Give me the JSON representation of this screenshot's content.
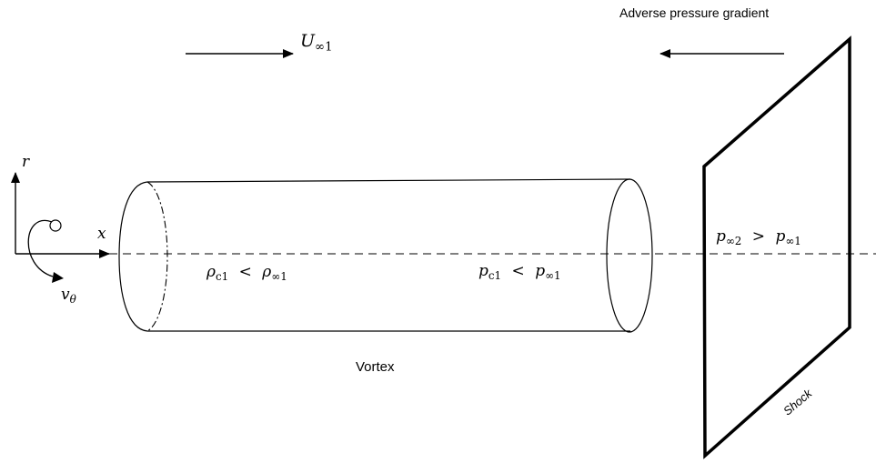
{
  "labels": {
    "adverse_pressure_gradient": "Adverse pressure gradient",
    "u_inf": {
      "base": "U",
      "sub": "∞1"
    },
    "axis_r": "r",
    "axis_x": "x",
    "v_theta": {
      "base": "v",
      "sub": "θ"
    },
    "core_density": {
      "lhs": "ρ",
      "lhs_sub": "c1",
      "op": "<",
      "rhs": "ρ",
      "rhs_sub": "∞1"
    },
    "core_pressure": {
      "lhs": "p",
      "lhs_sub": "c1",
      "op": "<",
      "rhs": "p",
      "rhs_sub": "∞1"
    },
    "post_shock_pressure": {
      "lhs": "p",
      "lhs_sub": "∞2",
      "op": ">",
      "rhs": "p",
      "rhs_sub": "∞1"
    },
    "vortex": "Vortex",
    "shock": "Shock"
  }
}
